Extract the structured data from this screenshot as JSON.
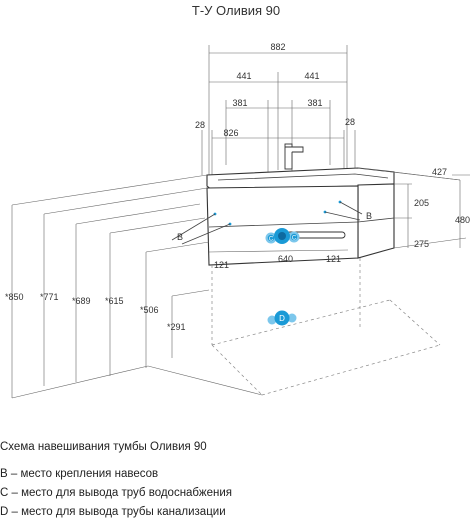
{
  "title": "Т-У Оливия 90",
  "dimensions": {
    "top_width": "882",
    "half_left": "441",
    "half_right": "441",
    "inner_left": "381",
    "inner_right": "381",
    "inner_width": "826",
    "side_left": "28",
    "side_right": "28",
    "depth": "427",
    "drawer_height": "205",
    "lower_height": "275",
    "total_height": "480",
    "left_offset": "121",
    "right_offset": "121",
    "mid_width": "640",
    "h_850": "*850",
    "h_771": "*771",
    "h_689": "*689",
    "h_615": "*615",
    "h_506": "*506",
    "h_291": "*291"
  },
  "markers": {
    "b_left": "B",
    "b_right": "B",
    "c_left": "C",
    "c_right": "C",
    "d_floor": "D"
  },
  "legend": {
    "caption": "Схема навешивания тумбы Оливия 90",
    "b": "B – место крепления навесов",
    "c": "C – место для вывода труб водоснабжения",
    "d": "D – место для вывода трубы канализации"
  },
  "colors": {
    "marker_fill": "#1a9ad6",
    "marker_ring": "#7cc7ec",
    "line": "#444444"
  }
}
